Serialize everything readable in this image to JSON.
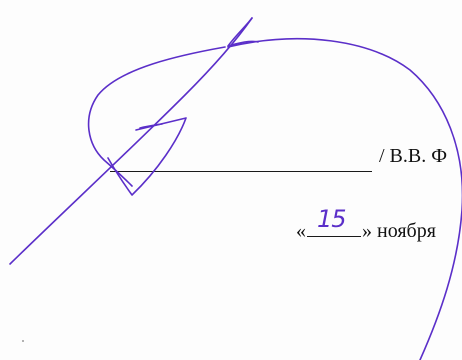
{
  "document": {
    "signature_name": "/ В.В. Ф",
    "date_open_quote": "«",
    "date_day_handwritten": "15",
    "date_close_quote_month": "» ноября"
  },
  "colors": {
    "ink": "#5b2fc9",
    "print": "#111111"
  }
}
